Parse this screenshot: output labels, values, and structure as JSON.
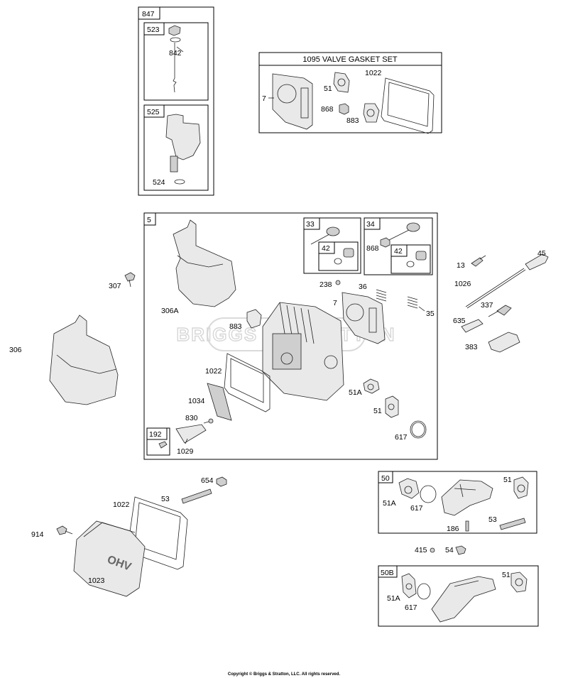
{
  "title": "1095 VALVE GASKET SET",
  "copyright": "Copyright © Briggs & Stratton, LLC. All rights reserved.",
  "watermark": "BRIGGS & STRATTON",
  "boxes": {
    "b847": "847",
    "b523": "523",
    "b525": "525",
    "b5": "5",
    "b33": "33",
    "b34": "34",
    "b42a": "42",
    "b42b": "42",
    "b192": "192",
    "b50": "50",
    "b50b": "50B"
  },
  "callouts": {
    "c842": "842",
    "c524": "524",
    "c7a": "7",
    "c51a": "51",
    "c1022a": "1022",
    "c868a": "868",
    "c883a": "883",
    "c307": "307",
    "c306a": "306A",
    "c306": "306",
    "c238": "238",
    "c36": "36",
    "c7b": "7",
    "c35": "35",
    "c883b": "883",
    "c868b": "868",
    "c1022b": "1022",
    "c1034": "1034",
    "c830": "830",
    "c1029": "1029",
    "c51ab": "51A",
    "c51b": "51",
    "c617a": "617",
    "c13": "13",
    "c45": "45",
    "c1026": "1026",
    "c337": "337",
    "c635": "635",
    "c383": "383",
    "c654": "654",
    "c53a": "53",
    "c1022c": "1022",
    "c914": "914",
    "c1023": "1023",
    "c51ac": "51A",
    "c617b": "617",
    "c51c": "51",
    "c53b": "53",
    "c186": "186",
    "c415": "415",
    "c54": "54",
    "c51ad": "51A",
    "c617c": "617",
    "c51d": "51"
  },
  "cover_emblem": "OHV"
}
